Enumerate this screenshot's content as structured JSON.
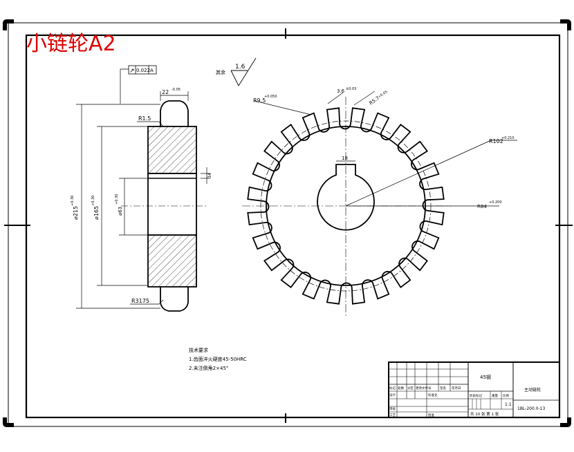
{
  "title": "小链轮A2",
  "colors": {
    "title": "#e00000",
    "line": "#000000",
    "paper": "#ffffff"
  },
  "dims": {
    "side_top_width": "22",
    "side_top_width_tol": "-0.05",
    "fillet": "R1.5",
    "tip_radius": "R3175",
    "dia_outer": "⌀215",
    "dia_outer_tol": "+0.30",
    "dia_root": "⌀165",
    "dia_root_tol": "+0.30",
    "dia_bore": "⌀63",
    "dia_bore_tol": "+0.30",
    "keyway_depth": "34",
    "keyway_width": "18",
    "roller_radius": "R9.5",
    "roller_radius_tol": "+0.050",
    "tooth_dim": "3.6",
    "tooth_dim_tol": "±0.03",
    "tooth_pitch": "R5.7",
    "tooth_pitch_tol": "+0.05",
    "outer_radius": "R102",
    "outer_radius_tol": "+0.210",
    "root_radius": "R84",
    "root_radius_tol": "+0.200"
  },
  "gdt": {
    "symbol": "↗",
    "value": "0.022",
    "datum": "A"
  },
  "surface": {
    "label": "其余",
    "value": "1.6"
  },
  "notes": {
    "heading": "技术要求",
    "lines": [
      "1.齿面淬火硬度45-50HRC",
      "2.未注倒角2×45°"
    ]
  },
  "title_block": {
    "material": "45钢",
    "part_name": "主动链轮",
    "drawing_no": "1BL-200.0-13",
    "scale": "1:1",
    "sheets": "共 10 张  第 1 张",
    "header_cells": [
      "标记",
      "处数",
      "分区",
      "更改文件号",
      "签名",
      "年月日"
    ],
    "labels": [
      "设计",
      "标准化",
      "审核",
      "工艺",
      "批准",
      "阶段标记",
      "重量",
      "比例"
    ]
  }
}
